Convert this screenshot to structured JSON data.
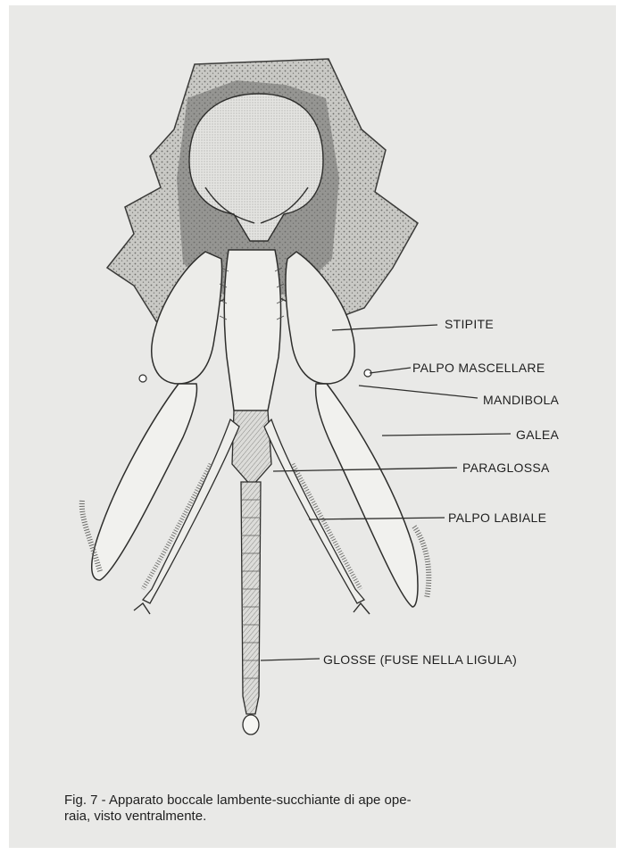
{
  "labels": {
    "stipite": "STIPITE",
    "palpo_mascellare": "PALPO MASCELLARE",
    "mandibola": "MANDIBOLA",
    "galea": "GALEA",
    "paraglossa": "PARAGLOSSA",
    "palpo_labiale": "PALPO LABIALE",
    "glosse": "GLOSSE (FUSE NELLA LIGULA)"
  },
  "caption": {
    "line1": "Fig. 7 - Apparato boccale lambente-succhiante di ape ope-",
    "line2": "raia, visto ventralmente."
  },
  "colors": {
    "paper": "#e9e9e7",
    "ink": "#1f1f1f",
    "stipple": "#a9a9a6"
  }
}
